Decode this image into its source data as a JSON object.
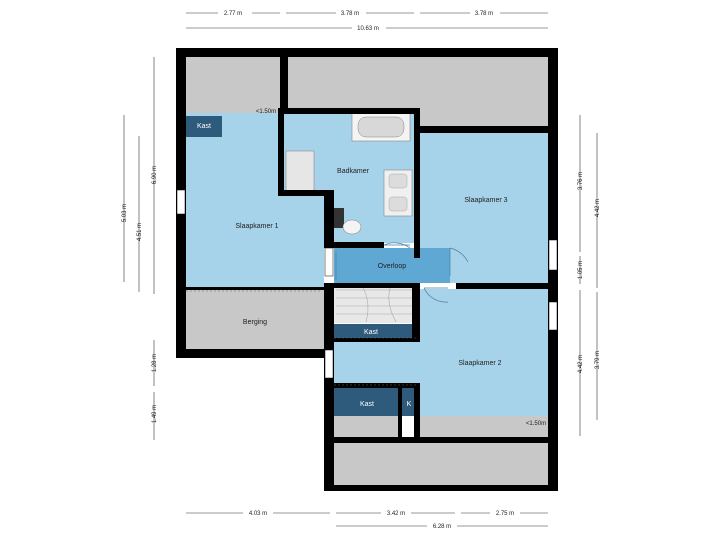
{
  "rooms": {
    "slaapkamer1": "Slaapkamer 1",
    "badkamer": "Badkamer",
    "slaapkamer3": "Slaapkamer 3",
    "overloop": "Overloop",
    "berging": "Berging",
    "slaapkamer2": "Slaapkamer 2",
    "kast_top": "Kast",
    "kast_mid": "Kast",
    "kast_bottom": "Kast",
    "k_small": "K",
    "height_note_top": "<1.50m",
    "height_note_bottom": "<1.50m"
  },
  "dimensions": {
    "top_a": "2.77 m",
    "top_b": "3.78 m",
    "top_c": "3.78 m",
    "top_total": "10.63 m",
    "left_a": "5.03 m",
    "left_b": "4.51 m",
    "left_c": "6.90 m",
    "left_d": "1.28 m",
    "left_e": "1.49 m",
    "right_a": "3.76 m",
    "right_b": "4.42 m",
    "right_c": "1.05 m",
    "right_d": "4.42 m",
    "right_e": "3.79 m",
    "bottom_a": "4.03 m",
    "bottom_b": "3.42 m",
    "bottom_c": "2.75 m",
    "bottom_total": "6.28 m"
  }
}
